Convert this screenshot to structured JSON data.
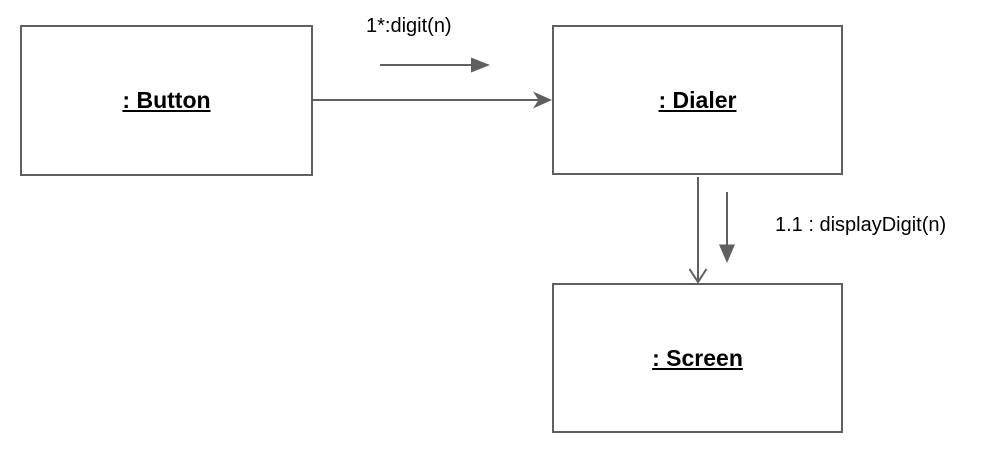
{
  "diagram": {
    "type": "uml-communication-diagram",
    "background_color": "#ffffff",
    "stroke_color": "#5f5f5f",
    "text_color": "#000000",
    "objects": [
      {
        "label": ": Button"
      },
      {
        "label": ": Dialer"
      },
      {
        "label": ": Screen"
      }
    ],
    "messages": [
      {
        "label": "1*:digit(n)",
        "from": ": Button",
        "to": ": Dialer"
      },
      {
        "label": "1.1 : displayDigit(n)",
        "from": ": Dialer",
        "to": ": Screen"
      }
    ]
  }
}
